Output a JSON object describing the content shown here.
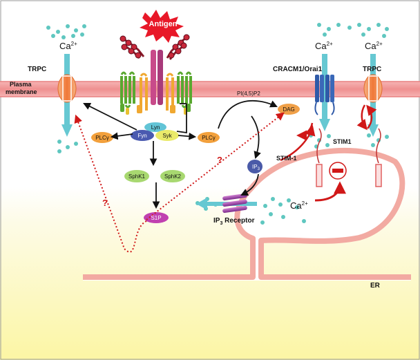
{
  "labels": {
    "antigen": "Antigen",
    "ca_left": "Ca",
    "ca_mid": "Ca",
    "ca_right": "Ca",
    "ca_er": "Ca",
    "ca_sup": "2+",
    "trpc_left": "TRPC",
    "trpc_right": "TRPC",
    "plasma": "Plasma",
    "membrane": "membrane",
    "cracm": "CRACM1/Orai1",
    "pip2": "PI(4,5)P2",
    "dag": "DAG",
    "lyn": "Lyn",
    "fyn": "Fyn",
    "syk": "Syk",
    "plcg_left": "PLCγ",
    "plcg_right": "PLCγ",
    "sphk1": "SphK1",
    "sphk2": "SphK2",
    "s1p": "S1P",
    "ip3": "IP",
    "ip3_sub": "3",
    "ip3r_pre": "IP",
    "ip3r_sub": "3",
    "ip3r_post": " Receptor",
    "stim_1": "STIM-1",
    "stim1": "STIM1",
    "er": "ER",
    "question": "?",
    "minus": "−"
  },
  "colors": {
    "membrane": "#f2a0a0",
    "membrane_line": "#e07a7a",
    "er": "#f5b0a8",
    "calcium": "#5fc7c0",
    "channel_teal": "#66c8d2",
    "trpc_orange": "#f08a50",
    "orai_blue": "#2f5aa8",
    "antigen_red": "#e81828",
    "plcg": "#f2a03c",
    "lyn": "#62c4d6",
    "fyn": "#4a5ab0",
    "syk": "#eaea6a",
    "sphk": "#a8d870",
    "s1p": "#c040b0",
    "ip3": "#4a5aa8",
    "dag": "#f0a048",
    "arrow_red": "#d01818",
    "bg_bottom": "#fcf7a0"
  }
}
